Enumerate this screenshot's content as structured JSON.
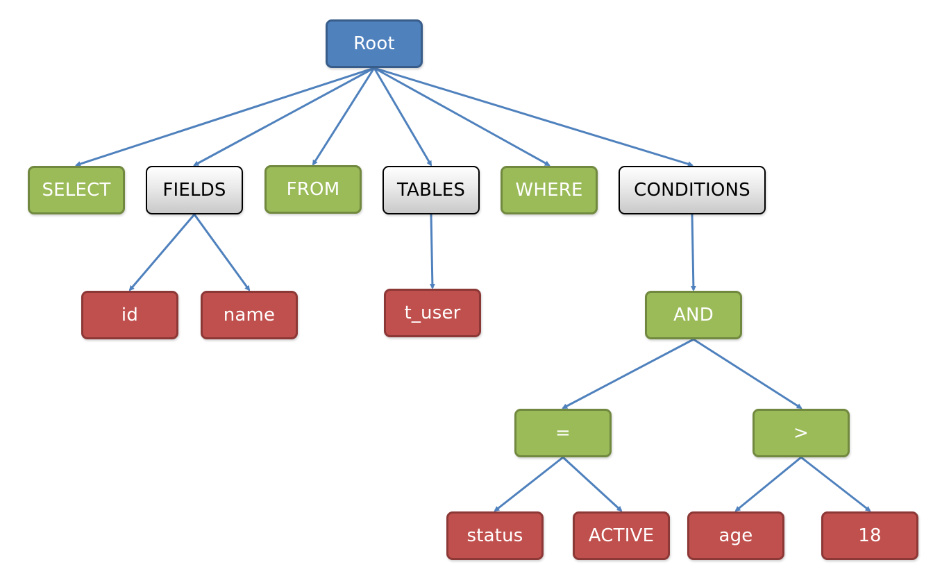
{
  "diagram": {
    "colors": {
      "edge": "#4f81bd",
      "root": "#4f81bd",
      "keyword": "#9bbb59",
      "clause": "#d9d9d9",
      "value": "#c0504d"
    },
    "nodes": {
      "root": {
        "label": "Root"
      },
      "select": {
        "label": "SELECT"
      },
      "fields": {
        "label": "FIELDS"
      },
      "from": {
        "label": "FROM"
      },
      "tables": {
        "label": "TABLES"
      },
      "where": {
        "label": "WHERE"
      },
      "conditions": {
        "label": "CONDITIONS"
      },
      "id": {
        "label": "id"
      },
      "name": {
        "label": "name"
      },
      "t_user": {
        "label": "t_user"
      },
      "and": {
        "label": "AND"
      },
      "eq": {
        "label": "="
      },
      "gt": {
        "label": ">"
      },
      "status": {
        "label": "status"
      },
      "active": {
        "label": "ACTIVE"
      },
      "age": {
        "label": "age"
      },
      "num18": {
        "label": "18"
      }
    },
    "edges": [
      [
        "root",
        "select"
      ],
      [
        "root",
        "fields"
      ],
      [
        "root",
        "from"
      ],
      [
        "root",
        "tables"
      ],
      [
        "root",
        "where"
      ],
      [
        "root",
        "conditions"
      ],
      [
        "fields",
        "id"
      ],
      [
        "fields",
        "name"
      ],
      [
        "tables",
        "t_user"
      ],
      [
        "conditions",
        "and"
      ],
      [
        "and",
        "eq"
      ],
      [
        "and",
        "gt"
      ],
      [
        "eq",
        "status"
      ],
      [
        "eq",
        "active"
      ],
      [
        "gt",
        "age"
      ],
      [
        "gt",
        "num18"
      ]
    ]
  }
}
